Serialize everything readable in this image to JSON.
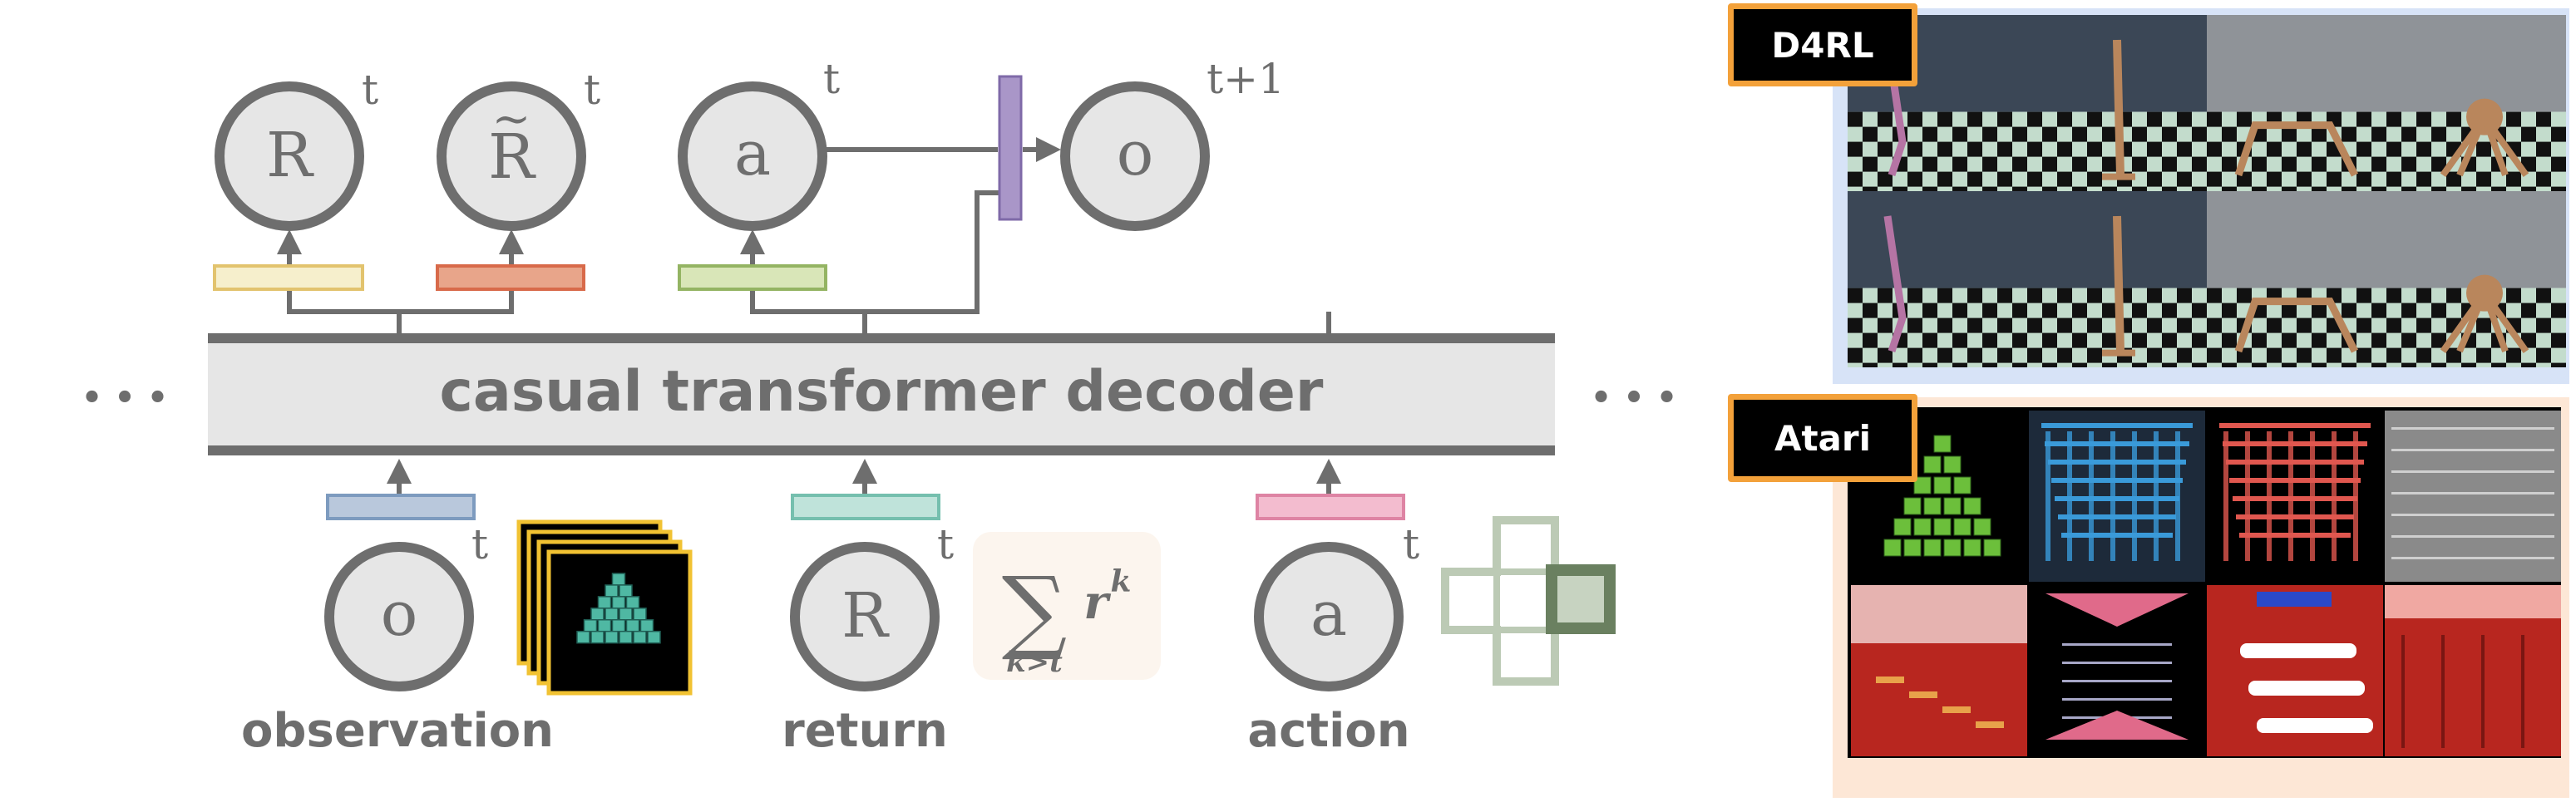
{
  "decoder": {
    "label": "casual transformer decoder"
  },
  "ellipsis_left": "• • •",
  "ellipsis_right": "• • •",
  "outputs": {
    "R": {
      "symbol": "R",
      "time": "t"
    },
    "R_tilde": {
      "symbol": "R",
      "tilde": "~",
      "time": "t"
    },
    "a": {
      "symbol": "a",
      "time": "t"
    },
    "o_next": {
      "symbol": "o",
      "time": "t+1"
    }
  },
  "inputs": {
    "observation": {
      "symbol": "o",
      "time": "t",
      "label": "observation"
    },
    "return": {
      "symbol": "R",
      "time": "t",
      "label": "return"
    },
    "action": {
      "symbol": "a",
      "time": "t",
      "label": "action"
    }
  },
  "return_formula": {
    "sum": "∑",
    "term": "r",
    "superscript": "k",
    "subscript": "k>t"
  },
  "panels": {
    "d4rl": {
      "tag": "D4RL"
    },
    "atari": {
      "tag": "Atari"
    }
  },
  "colors": {
    "node_fill": "#e6e6e6",
    "node_stroke": "#6e6e6e",
    "decoder_fill": "#e6e6e6",
    "token_yellow": "#f6efcc",
    "token_orange": "#e8a58a",
    "token_green": "#d9e6b8",
    "token_blue": "#b9c8dc",
    "token_teal": "#bfe3da",
    "token_pink": "#f3bccf",
    "gate_purple": "#a996c8",
    "d4rl_bg": "#d7e3f7",
    "atari_bg": "#fde7d6",
    "tag_border": "#f3a13a"
  }
}
